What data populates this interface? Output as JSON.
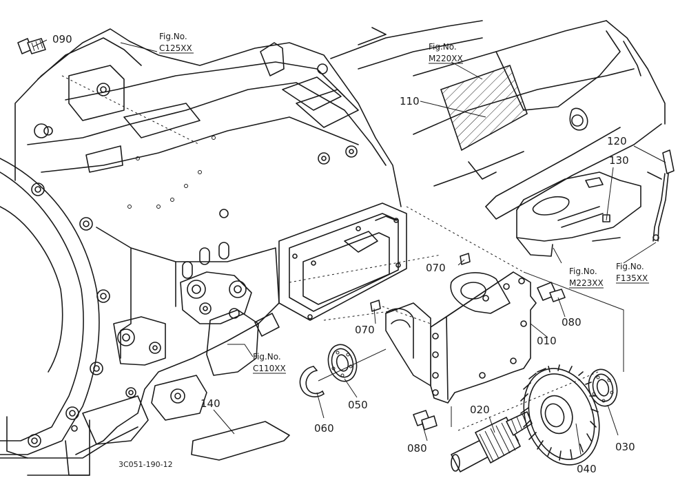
{
  "diagram": {
    "drawing_code": "3C051-190-12",
    "part_labels": {
      "p010": "010",
      "p020": "020",
      "p030": "030",
      "p040": "040",
      "p050": "050",
      "p060": "060",
      "p070a": "070",
      "p070b": "070",
      "p080a": "080",
      "p080b": "080",
      "p090": "090",
      "p110": "110",
      "p120": "120",
      "p130": "130",
      "p140": "140"
    },
    "figure_refs": {
      "c125": {
        "prefix": "Fig.No.",
        "code": "C125XX"
      },
      "m220": {
        "prefix": "Fig.No.",
        "code": "M220XX"
      },
      "c110": {
        "prefix": "Fig.No.",
        "code": "C110XX"
      },
      "m223": {
        "prefix": "Fig.No.",
        "code": "M223XX"
      },
      "f135": {
        "prefix": "Fig.No.",
        "code": "F135XX"
      }
    }
  }
}
